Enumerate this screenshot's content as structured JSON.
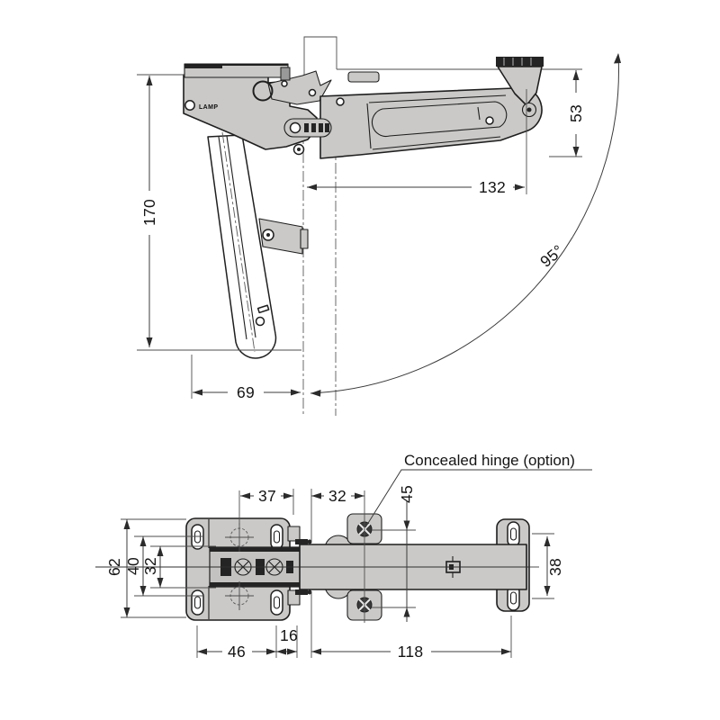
{
  "side_view": {
    "logo": "LAMP",
    "dim_height": "170",
    "dim_arm_length": "132",
    "dim_drop": "53",
    "dim_depth": "69",
    "dim_swing_angle": "95°"
  },
  "plan_view": {
    "annotation": "Concealed hinge (option)",
    "dim_plate_to_edge": "37",
    "dim_edge_to_hinge": "32",
    "dim_hinge_screw_spacing": "45",
    "dim_plate_height": "62",
    "dim_slot_spacing_vertical": "40",
    "dim_system_pitch": "32",
    "dim_end_plate_slots": "38",
    "dim_slot_spacing_horizontal": "46",
    "dim_tab_offset": "16",
    "dim_arm_reach": "118"
  },
  "colors": {
    "c-metal": "#cac9c7",
    "c-line": "#1f1f1f",
    "c-dim": "#3b3b3b",
    "c-bg": "#ffffff"
  }
}
